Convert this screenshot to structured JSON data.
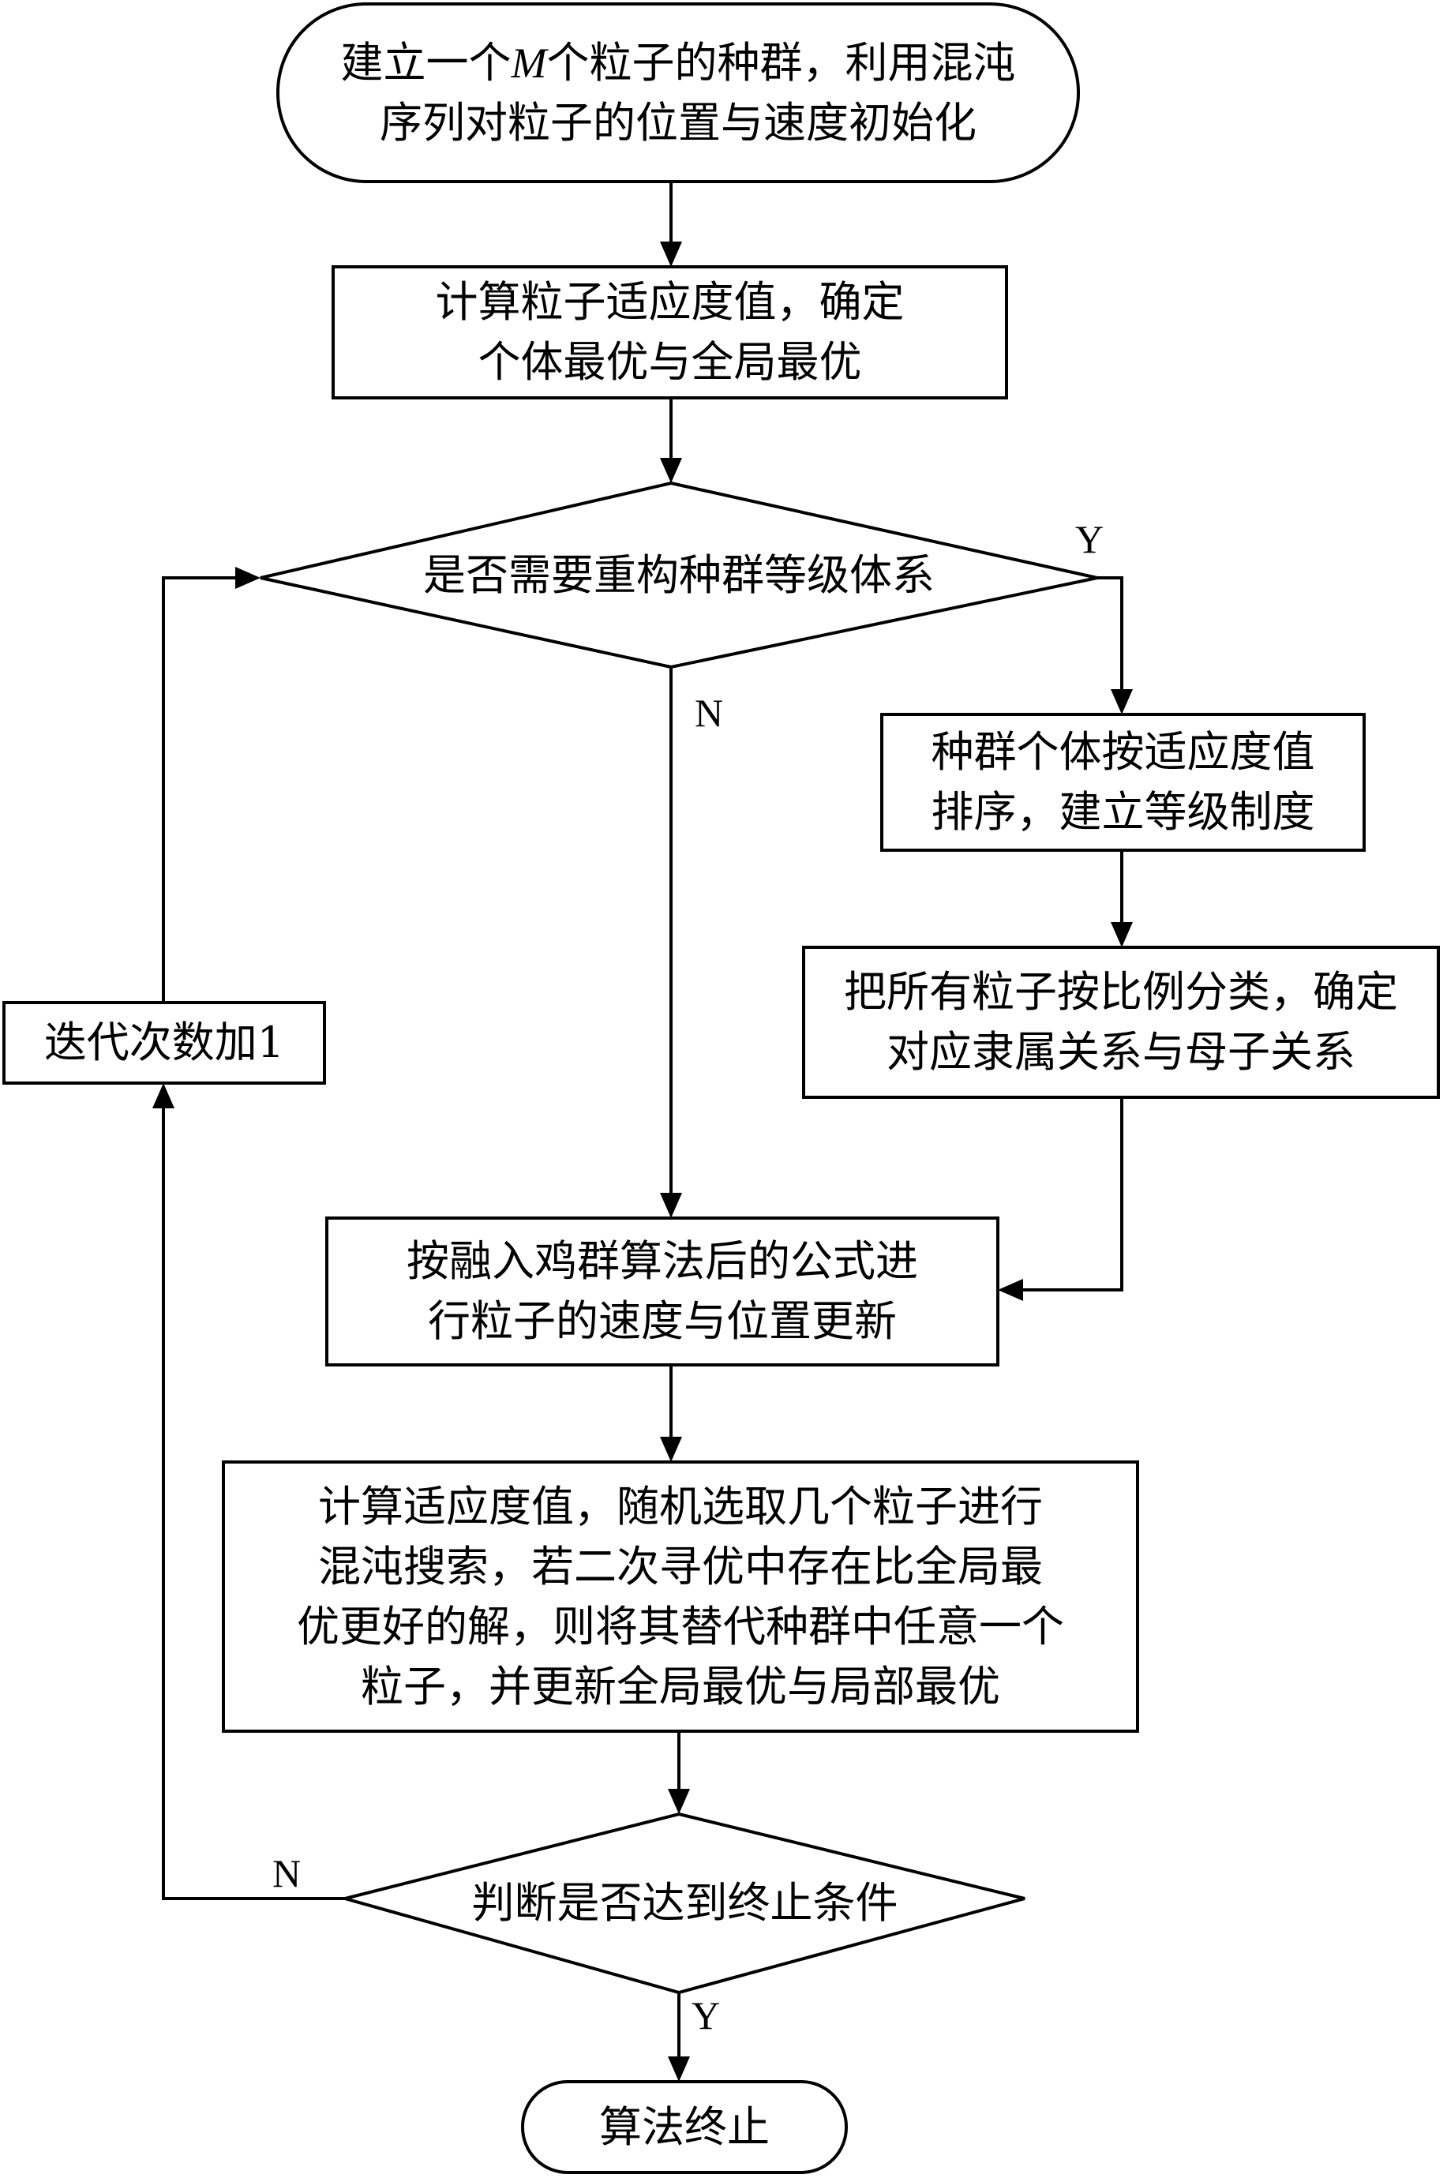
{
  "nodes": {
    "start": {
      "lines": [
        "建立一个M个粒子的种群，利用混沌",
        "序列对粒子的位置与速度初始化"
      ],
      "italic": "M"
    },
    "calc_fitness": {
      "lines": [
        "计算粒子适应度值，确定",
        "个体最优与全局最优"
      ]
    },
    "decision_reconstruct": {
      "lines": [
        "是否需要重构种群等级体系"
      ]
    },
    "sort": {
      "lines": [
        "种群个体按适应度值",
        "排序，建立等级制度"
      ]
    },
    "classify": {
      "lines": [
        "把所有粒子按比例分类，确定",
        "对应隶属关系与母子关系"
      ]
    },
    "iterate": {
      "lines": [
        "迭代次数加1"
      ]
    },
    "update": {
      "lines": [
        "按融入鸡群算法后的公式进",
        "行粒子的速度与位置更新"
      ]
    },
    "chaos_search": {
      "lines": [
        "计算适应度值，随机选取几个粒子进行",
        "混沌搜索，若二次寻优中存在比全局最",
        "优更好的解，则将其替代种群中任意一个",
        "粒子，并更新全局最优与局部最优"
      ]
    },
    "decision_terminate": {
      "lines": [
        "判断是否达到终止条件"
      ]
    },
    "end": {
      "lines": [
        "算法终止"
      ]
    }
  },
  "edge_labels": {
    "reconstruct_yes": "Y",
    "reconstruct_no": "N",
    "terminate_no": "N",
    "terminate_yes": "Y"
  }
}
